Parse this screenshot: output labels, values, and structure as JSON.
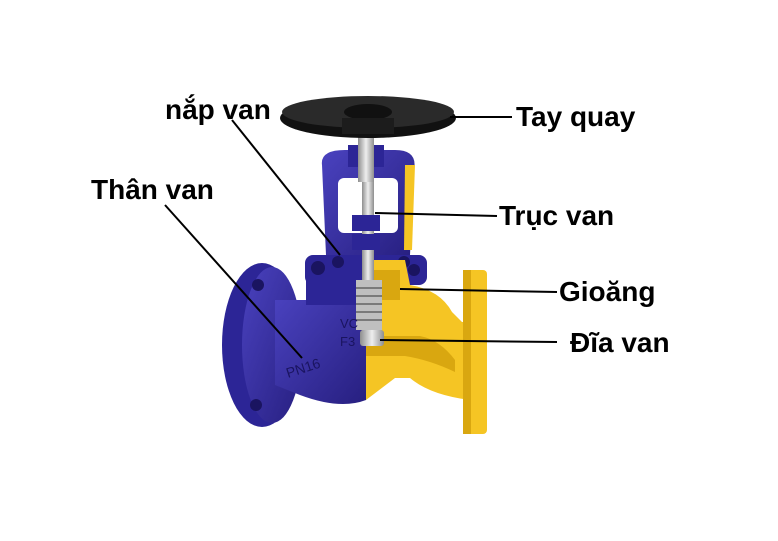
{
  "labels": {
    "cover": "nắp van",
    "handwheel": "Tay quay",
    "body": "Thân van",
    "stem": "Trục van",
    "gasket": "Gioăng",
    "disc": "Đĩa van"
  },
  "casting_text": {
    "pressure": "PN16",
    "brand": "VC",
    "code": "F3"
  },
  "colors": {
    "body_blue": "#3b33a6",
    "body_blue_dark": "#271f80",
    "cutaway_yellow": "#f5c524",
    "cutaway_yellow_dark": "#d9a710",
    "handwheel": "#1c1c1c",
    "metal": "#c9c9c9",
    "leader_line": "#000000"
  }
}
